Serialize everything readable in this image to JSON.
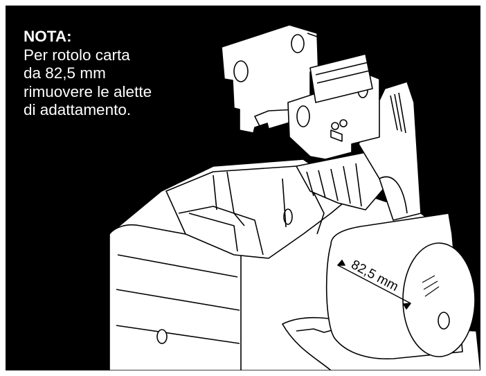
{
  "note": {
    "title": "NOTA:",
    "lines": [
      "Per rotolo carta",
      "da 82,5 mm",
      "rimuovere le alette",
      "di adattamento."
    ]
  },
  "dimension": {
    "label": "82,5 mm"
  },
  "colors": {
    "background": "#000000",
    "text": "#ffffff",
    "line": "#000000",
    "fill": "#ffffff"
  }
}
